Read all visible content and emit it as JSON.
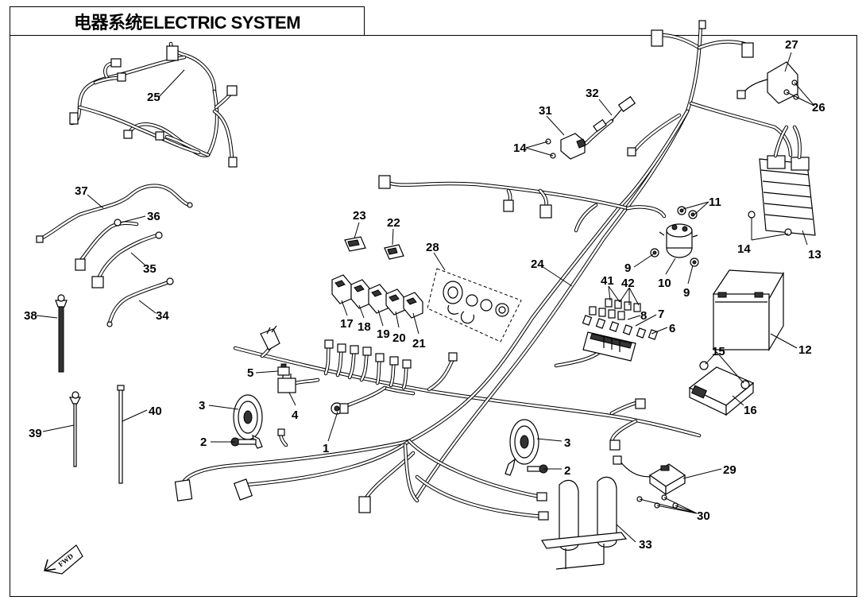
{
  "title": "电器系统ELECTRIC SYSTEM",
  "fwd_label": "FWD",
  "callouts": [
    {
      "id": "1",
      "text": "1"
    },
    {
      "id": "2a",
      "text": "2"
    },
    {
      "id": "2b",
      "text": "2"
    },
    {
      "id": "3a",
      "text": "3"
    },
    {
      "id": "3b",
      "text": "3"
    },
    {
      "id": "4",
      "text": "4"
    },
    {
      "id": "5",
      "text": "5"
    },
    {
      "id": "6",
      "text": "6"
    },
    {
      "id": "7",
      "text": "7"
    },
    {
      "id": "8",
      "text": "8"
    },
    {
      "id": "9a",
      "text": "9"
    },
    {
      "id": "9b",
      "text": "9"
    },
    {
      "id": "10",
      "text": "10"
    },
    {
      "id": "11",
      "text": "11"
    },
    {
      "id": "12",
      "text": "12"
    },
    {
      "id": "13",
      "text": "13"
    },
    {
      "id": "14a",
      "text": "14"
    },
    {
      "id": "14b",
      "text": "14"
    },
    {
      "id": "15",
      "text": "15"
    },
    {
      "id": "16",
      "text": "16"
    },
    {
      "id": "17",
      "text": "17"
    },
    {
      "id": "18",
      "text": "18"
    },
    {
      "id": "19",
      "text": "19"
    },
    {
      "id": "20",
      "text": "20"
    },
    {
      "id": "21",
      "text": "21"
    },
    {
      "id": "22",
      "text": "22"
    },
    {
      "id": "23",
      "text": "23"
    },
    {
      "id": "24",
      "text": "24"
    },
    {
      "id": "25",
      "text": "25"
    },
    {
      "id": "26",
      "text": "26"
    },
    {
      "id": "27",
      "text": "27"
    },
    {
      "id": "28",
      "text": "28"
    },
    {
      "id": "29",
      "text": "29"
    },
    {
      "id": "30",
      "text": "30"
    },
    {
      "id": "31",
      "text": "31"
    },
    {
      "id": "32",
      "text": "32"
    },
    {
      "id": "33",
      "text": "33"
    },
    {
      "id": "34",
      "text": "34"
    },
    {
      "id": "35",
      "text": "35"
    },
    {
      "id": "36",
      "text": "36"
    },
    {
      "id": "37",
      "text": "37"
    },
    {
      "id": "38",
      "text": "38"
    },
    {
      "id": "39",
      "text": "39"
    },
    {
      "id": "40",
      "text": "40"
    },
    {
      "id": "41",
      "text": "41"
    },
    {
      "id": "42",
      "text": "42"
    }
  ]
}
